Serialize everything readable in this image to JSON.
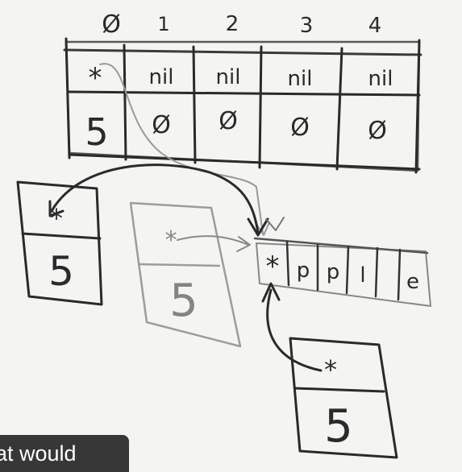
{
  "array": {
    "indices": [
      "Ø",
      "1",
      "2",
      "3",
      "4"
    ],
    "top_cells": [
      "*",
      "nil",
      "nil",
      "nil",
      "nil"
    ],
    "bottom_cells": [
      "5",
      "Ø",
      "Ø",
      "Ø",
      "Ø"
    ]
  },
  "nodes": [
    {
      "pointer": "*",
      "value": "5"
    },
    {
      "pointer": "*",
      "value": "5"
    },
    {
      "pointer": "*",
      "value": "5"
    }
  ],
  "string_cells": [
    "*",
    "p",
    "p",
    "l",
    "e"
  ],
  "caption": "at would",
  "colors": {
    "ink": "#2a2a2a",
    "faint_ink": "#9a9a9a",
    "board": "#f4f4f2"
  }
}
